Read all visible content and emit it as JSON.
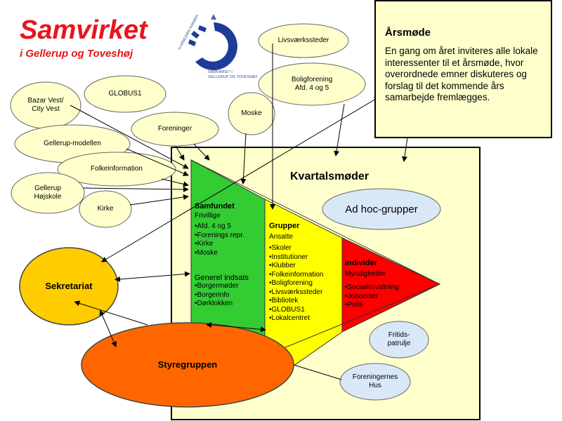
{
  "header": {
    "title": "Samvirket",
    "subtitle": "i Gellerup og Toveshøj",
    "logo_arc_text": "VI ARBEJDER SAMMEN",
    "logo_text_line1": "SAMVIRKET I",
    "logo_text_line2": "GELLERUP OG TOVESHØJ"
  },
  "aarsmoede": {
    "title": "Årsmøde",
    "text": "En gang om året inviteres alle lokale interessenter til et årsmøde, hvor overordnede emner diskuteres og forslag til det kommende års samarbejde fremlægges."
  },
  "kvartalsmoeder": {
    "title": "Kvartalsmøder"
  },
  "bubbles": {
    "bazar": [
      "Bazar Vest/",
      "City Vest"
    ],
    "globus": "GLOBUS1",
    "foreninger": "Foreninger",
    "moske": "Moske",
    "gellerup_modellen": "Gellerup-modellen",
    "folkeinformation": "Folkeinformation",
    "hoejskole": [
      "Gellerup",
      "Højskole"
    ],
    "kirke": "Kirke",
    "livsvaerkssteder": "Livsværkssteder",
    "boligforening": [
      "Boligforening",
      "Afd. 4 og 5"
    ],
    "fritidspatrulje": [
      "Fritids-",
      "patrulje"
    ],
    "foreningernes_hus": [
      "Foreningernes",
      "Hus"
    ]
  },
  "columns": {
    "samfundet": {
      "title": "Samfundet",
      "sub": "Frivillige",
      "items": [
        "Afd. 4 og 5",
        "Forenings repr.",
        "Kirke",
        "Moske"
      ]
    },
    "generel": {
      "title": "Generel indsats",
      "items": [
        "Borgermøder",
        "Borgerinfo",
        "Dørklokken"
      ]
    },
    "grupper": {
      "title": "Grupper",
      "sub": "Ansatte",
      "items": [
        "Skoler",
        "Institutioner",
        "Klubber",
        "Folkeinformation",
        "Boligforening",
        "Livsværkssteder",
        "Bibliotek",
        "GLOBUS1",
        "Lokalcentret"
      ]
    },
    "individer": {
      "title": "Individer",
      "sub": "Myndigheder",
      "items": [
        "Socialforvaltning",
        "Jobcenter",
        "Politi"
      ]
    }
  },
  "groups": {
    "adhoc": "Ad hoc-grupper",
    "sekretariat": "Sekretariat",
    "styregruppen": "Styregruppen"
  },
  "colors": {
    "title_red": "#e8141b",
    "box_fill": "#ffffcc",
    "bubble_fill": "#ffffcc",
    "blue_bubble": "#d9e8f7",
    "green": "#33cc33",
    "yellow": "#ffff00",
    "red": "#ff0000",
    "sekretariat": "#ffcc00",
    "styregruppen": "#ff6600",
    "logo_blue": "#1f3b99"
  }
}
